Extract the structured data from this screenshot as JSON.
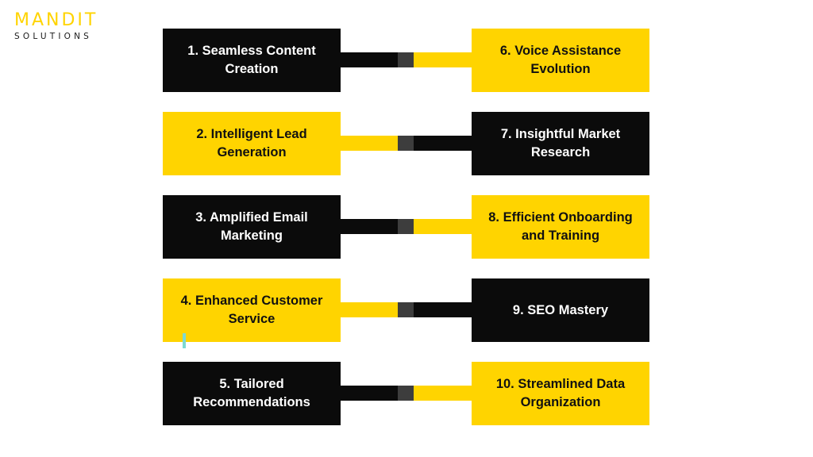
{
  "brand": {
    "name": "MANDIT",
    "tagline": "SOLUTIONS"
  },
  "colors": {
    "yellow": "#FFD400",
    "black": "#0b0b0b",
    "connector_center": "#3d3d3d"
  },
  "rows": [
    {
      "left": {
        "label": "1. Seamless Content Creation",
        "style": "dark"
      },
      "right": {
        "label": "6. Voice Assistance Evolution",
        "style": "yellow"
      }
    },
    {
      "left": {
        "label": "2. Intelligent Lead Generation",
        "style": "yellow"
      },
      "right": {
        "label": "7. Insightful Market Research",
        "style": "dark"
      }
    },
    {
      "left": {
        "label": "3. Amplified Email Marketing",
        "style": "dark"
      },
      "right": {
        "label": "8. Efficient Onboarding and Training",
        "style": "yellow"
      }
    },
    {
      "left": {
        "label": "4. Enhanced Customer Service",
        "style": "yellow"
      },
      "right": {
        "label": "9. SEO Mastery",
        "style": "dark"
      }
    },
    {
      "left": {
        "label": "5. Tailored Recommendations",
        "style": "dark"
      },
      "right": {
        "label": "10. Streamlined Data Organization",
        "style": "yellow"
      }
    }
  ]
}
